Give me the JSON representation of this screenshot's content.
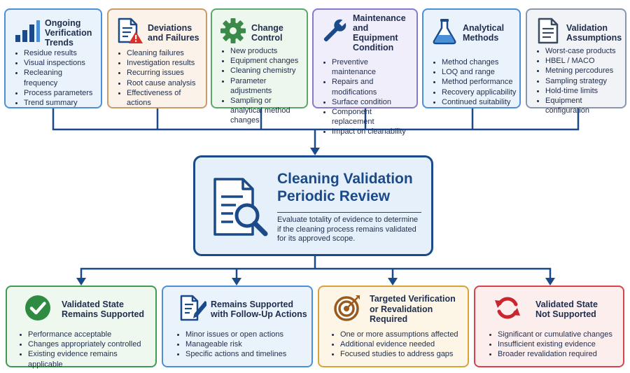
{
  "inputs": [
    {
      "title_lines": [
        "Ongoing",
        "Verification",
        "Trends"
      ],
      "icon": "bar-chart-icon",
      "items": [
        "Residue results",
        "Visual inspections",
        "Recleaning frequency",
        "Process parameters",
        "Trend summary"
      ]
    },
    {
      "title_lines": [
        "Deviations",
        "and Failures"
      ],
      "icon": "warning-document-icon",
      "items": [
        "Cleaning failures",
        "Investigation results",
        "Recurring issues",
        "Root cause analysis",
        "Effectiveness of actions"
      ]
    },
    {
      "title_lines": [
        "Change",
        "Control"
      ],
      "icon": "gear-icon",
      "items": [
        "New products",
        "Equipment changes",
        "Cleaning chemistry",
        "Parameter adjustments",
        "Sampling or analytical method changes"
      ]
    },
    {
      "title_lines": [
        "Maintenance",
        "and Equipment",
        "Condition"
      ],
      "icon": "wrench-icon",
      "items": [
        "Preventive maintenance",
        "Repairs and modifications",
        "Surface condition",
        "Component replacement",
        "Impact on cleanability"
      ]
    },
    {
      "title_lines": [
        "Analytical",
        "Methods"
      ],
      "icon": "flask-icon",
      "items": [
        "Method changes",
        "LOQ and range",
        "Method performance",
        "Recovery applicability",
        "Continued suitability"
      ]
    },
    {
      "title_lines": [
        "Validation",
        "Assumptions"
      ],
      "icon": "document-icon",
      "items": [
        "Worst-case products",
        "HBEL / MACO",
        "Metning percodures",
        "Sampling strategy",
        "Hold-time limits",
        "Equipment configuration"
      ]
    }
  ],
  "center": {
    "title_lines": [
      "Cleaning Validation",
      "Periodic Review"
    ],
    "description_lines": [
      "Evaluate totality of evidence to determine",
      "if the cleaning process remains validated",
      "for its approved scope."
    ],
    "icon": "document-search-icon"
  },
  "outcomes": [
    {
      "title_lines": [
        "Validated State",
        "Remains Supported"
      ],
      "icon": "check-circle-icon",
      "items": [
        "Performance acceptable",
        "Changes appropriately controlled",
        "Existing evidence remains applicable"
      ]
    },
    {
      "title_lines": [
        "Remains Supported",
        "with Follow-Up Actions"
      ],
      "icon": "document-edit-icon",
      "items": [
        "Minor issues or open actions",
        "Manageable risk",
        "Specific actions and timelines"
      ]
    },
    {
      "title_lines": [
        "Targeted Verification",
        "or Revalidation Required"
      ],
      "icon": "target-icon",
      "items": [
        "One or more assumptions affected",
        "Additional evidence needed",
        "Focused studies to address gaps"
      ]
    },
    {
      "title_lines": [
        "Validated State",
        "Not Supported"
      ],
      "icon": "refresh-icon",
      "items": [
        "Significant or cumulative changes",
        "Insufficient existing evidence",
        "Broader revalidation required"
      ]
    }
  ],
  "colors": {
    "navy": "#1a4a8a",
    "input_borders": [
      "#4a90d9",
      "#c99a6a",
      "#5aa86a",
      "#8a78c9",
      "#4a90d9",
      "#8a96aa"
    ],
    "input_fills": [
      "#eaf3fc",
      "#fbf3ea",
      "#edf7ee",
      "#f1eefb",
      "#eaf3fc",
      "#f1f3f6"
    ],
    "outcome_borders": [
      "#3f9a52",
      "#4a90d9",
      "#d9a338",
      "#d9424a"
    ],
    "outcome_fills": [
      "#eef8ef",
      "#eaf3fc",
      "#fdf6e6",
      "#fdeeee"
    ]
  }
}
